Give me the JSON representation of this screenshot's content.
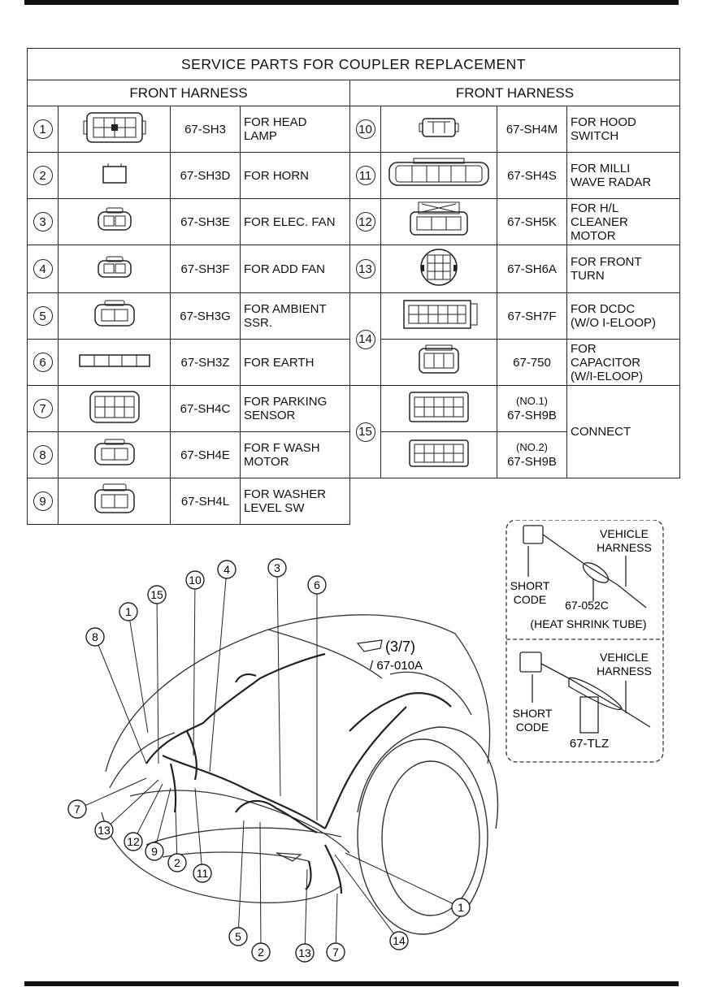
{
  "table": {
    "title": "SERVICE PARTS FOR COUPLER REPLACEMENT",
    "left_header": "FRONT HARNESS",
    "right_header": "FRONT HARNESS",
    "rows": [
      {
        "no": "1",
        "part": "67-SH3",
        "desc": "FOR HEAD\nLAMP"
      },
      {
        "no": "2",
        "part": "67-SH3D",
        "desc": "FOR HORN"
      },
      {
        "no": "3",
        "part": "67-SH3E",
        "desc": "FOR ELEC. FAN"
      },
      {
        "no": "4",
        "part": "67-SH3F",
        "desc": "FOR ADD FAN"
      },
      {
        "no": "5",
        "part": "67-SH3G",
        "desc": "FOR AMBIENT\nSSR."
      },
      {
        "no": "6",
        "part": "67-SH3Z",
        "desc": "FOR EARTH"
      },
      {
        "no": "7",
        "part": "67-SH4C",
        "desc": "FOR PARKING\nSENSOR"
      },
      {
        "no": "8",
        "part": "67-SH4E",
        "desc": "FOR F WASH\nMOTOR"
      },
      {
        "no": "9",
        "part": "67-SH4L",
        "desc": "FOR WASHER\nLEVEL SW"
      },
      {
        "no": "10",
        "part": "67-SH4M",
        "desc": "FOR HOOD\nSWITCH"
      },
      {
        "no": "11",
        "part": "67-SH4S",
        "desc": "FOR MILLI\nWAVE RADAR"
      },
      {
        "no": "12",
        "part": "67-SH5K",
        "desc": "FOR H/L\nCLEANER\nMOTOR"
      },
      {
        "no": "13",
        "part": "67-SH6A",
        "desc": "FOR FRONT\nTURN"
      },
      {
        "no": "14",
        "part_a": "67-SH7F",
        "desc_a": "FOR DCDC\n(W/O I-ELOOP)",
        "part_b": "67-750",
        "desc_b": "FOR\nCAPACITOR\n(W/I-ELOOP)"
      },
      {
        "no": "15",
        "sub_a": "(NO.1)",
        "part_a": "67-SH9B",
        "sub_b": "(NO.2)",
        "part_b": "67-SH9B",
        "desc": "CONNECT"
      }
    ]
  },
  "inset": {
    "top": {
      "short_code": "SHORT\nCODE",
      "vehicle_harness": "VEHICLE\nHARNESS",
      "part": "67-052C",
      "note": "(HEAT SHRINK TUBE)"
    },
    "bottom": {
      "short_code": "SHORT\nCODE",
      "vehicle_harness": "VEHICLE\nHARNESS",
      "part": "67-TLZ"
    }
  },
  "reference": {
    "page": "(3/7)",
    "part": "/ 67-010A"
  },
  "callouts": [
    "1",
    "15",
    "10",
    "4",
    "3",
    "6",
    "8",
    "7",
    "13",
    "12",
    "9",
    "2",
    "11",
    "5",
    "2",
    "13",
    "7",
    "14",
    "1"
  ]
}
